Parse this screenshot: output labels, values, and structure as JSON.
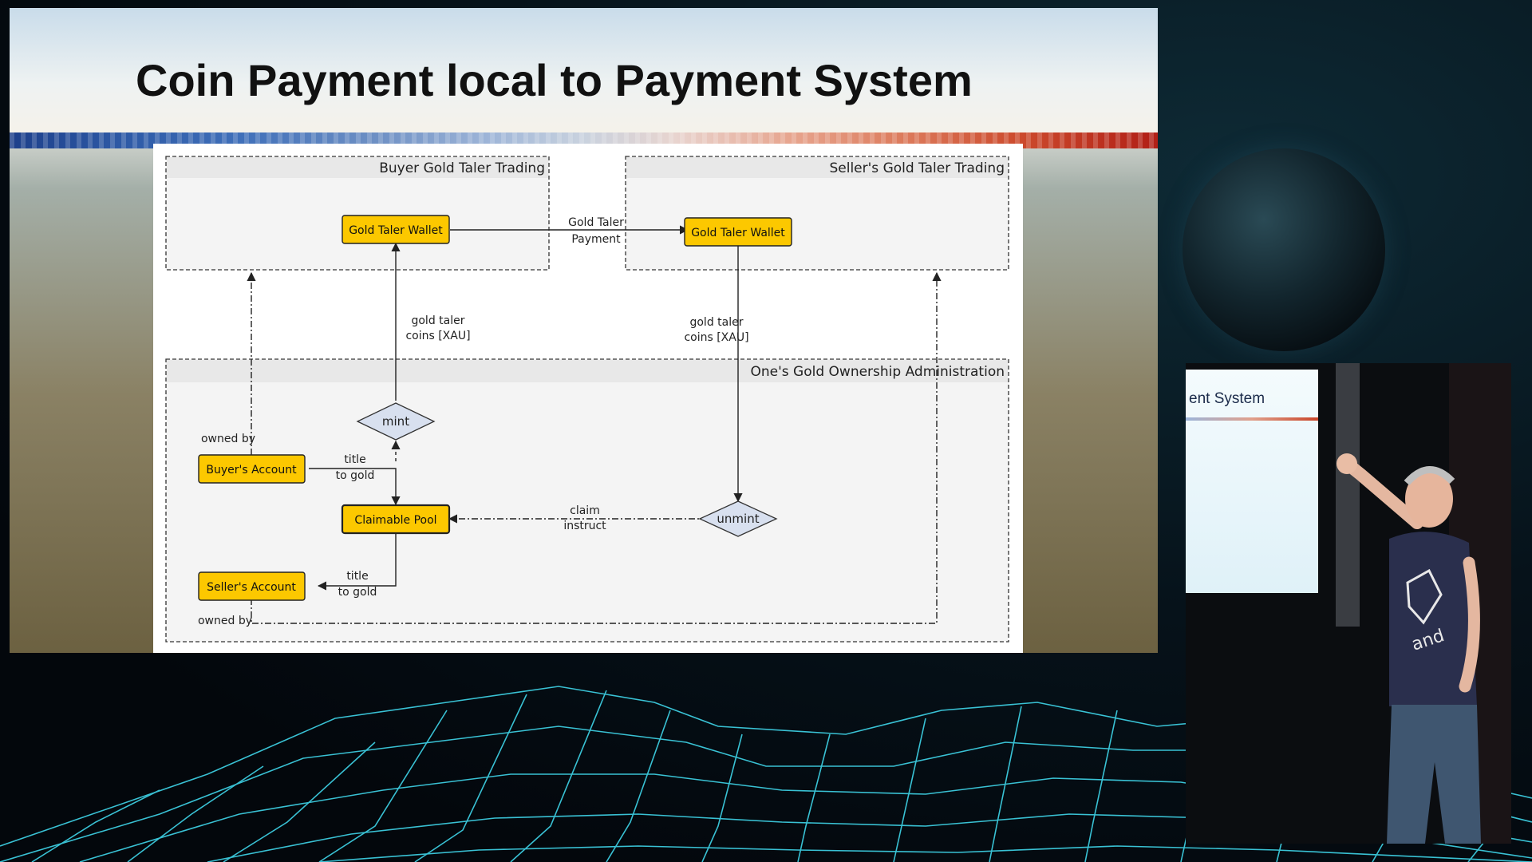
{
  "slide": {
    "title": "Coin Payment local to Payment System"
  },
  "diagram": {
    "groups": [
      {
        "id": "buyer",
        "label": "Buyer Gold Taler Trading"
      },
      {
        "id": "seller",
        "label": "Seller's Gold Taler Trading"
      },
      {
        "id": "admin",
        "label": "One's Gold Ownership Administration"
      }
    ],
    "nodes": [
      {
        "id": "buyer_wallet",
        "label": "Gold Taler Wallet"
      },
      {
        "id": "seller_wallet",
        "label": "Gold Taler Wallet"
      },
      {
        "id": "buyers_account",
        "label": "Buyer's Account"
      },
      {
        "id": "claimable_pool",
        "label": "Claimable Pool"
      },
      {
        "id": "sellers_account",
        "label": "Seller's Account"
      },
      {
        "id": "mint",
        "label": "mint"
      },
      {
        "id": "unmint",
        "label": "unmint"
      }
    ],
    "edge_labels": {
      "payment_line1": "Gold Taler",
      "payment_line2": "Payment",
      "coins_left_line1": "gold taler",
      "coins_left_line2": "coins [XAU]",
      "coins_right_line1": "gold taler",
      "coins_right_line2": "coins [XAU]",
      "owned_by_top": "owned by",
      "owned_by_bottom": "owned by",
      "title_buyer_line1": "title",
      "title_buyer_line2": "to gold",
      "title_seller_line1": "title",
      "title_seller_line2": "to gold",
      "claim_line1": "claim",
      "claim_line2": "instruct"
    },
    "colors": {
      "node_fill": "#fcc800",
      "node_stroke": "#222222",
      "diamond_fill": "#d8e0ef",
      "group_fill": "#f4f4f4",
      "group_header": "#e8e8e8"
    }
  },
  "inset": {
    "screen_title": "ent System",
    "shirt_text": "and"
  }
}
